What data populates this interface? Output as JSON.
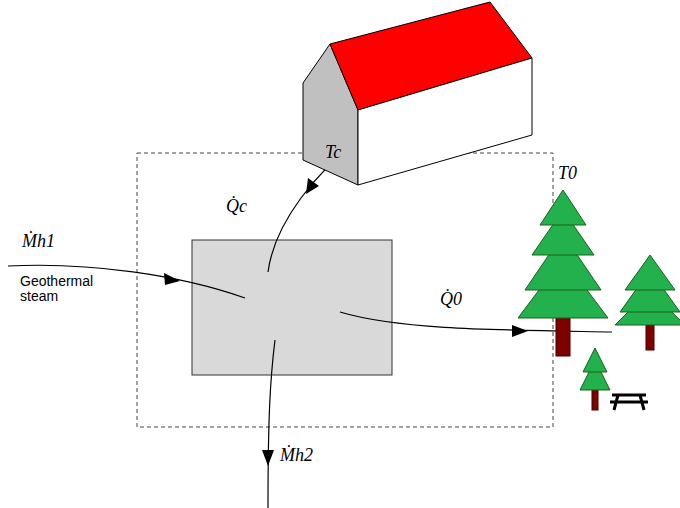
{
  "diagram": {
    "nodes": [
      {
        "text": [
          "Tc"
        ]
      }
    ],
    "labels": [
      "Q̇c",
      "T0",
      "Ṁh1",
      "Geothermal steam",
      "Q̇0",
      "Ṁh2"
    ]
  }
}
